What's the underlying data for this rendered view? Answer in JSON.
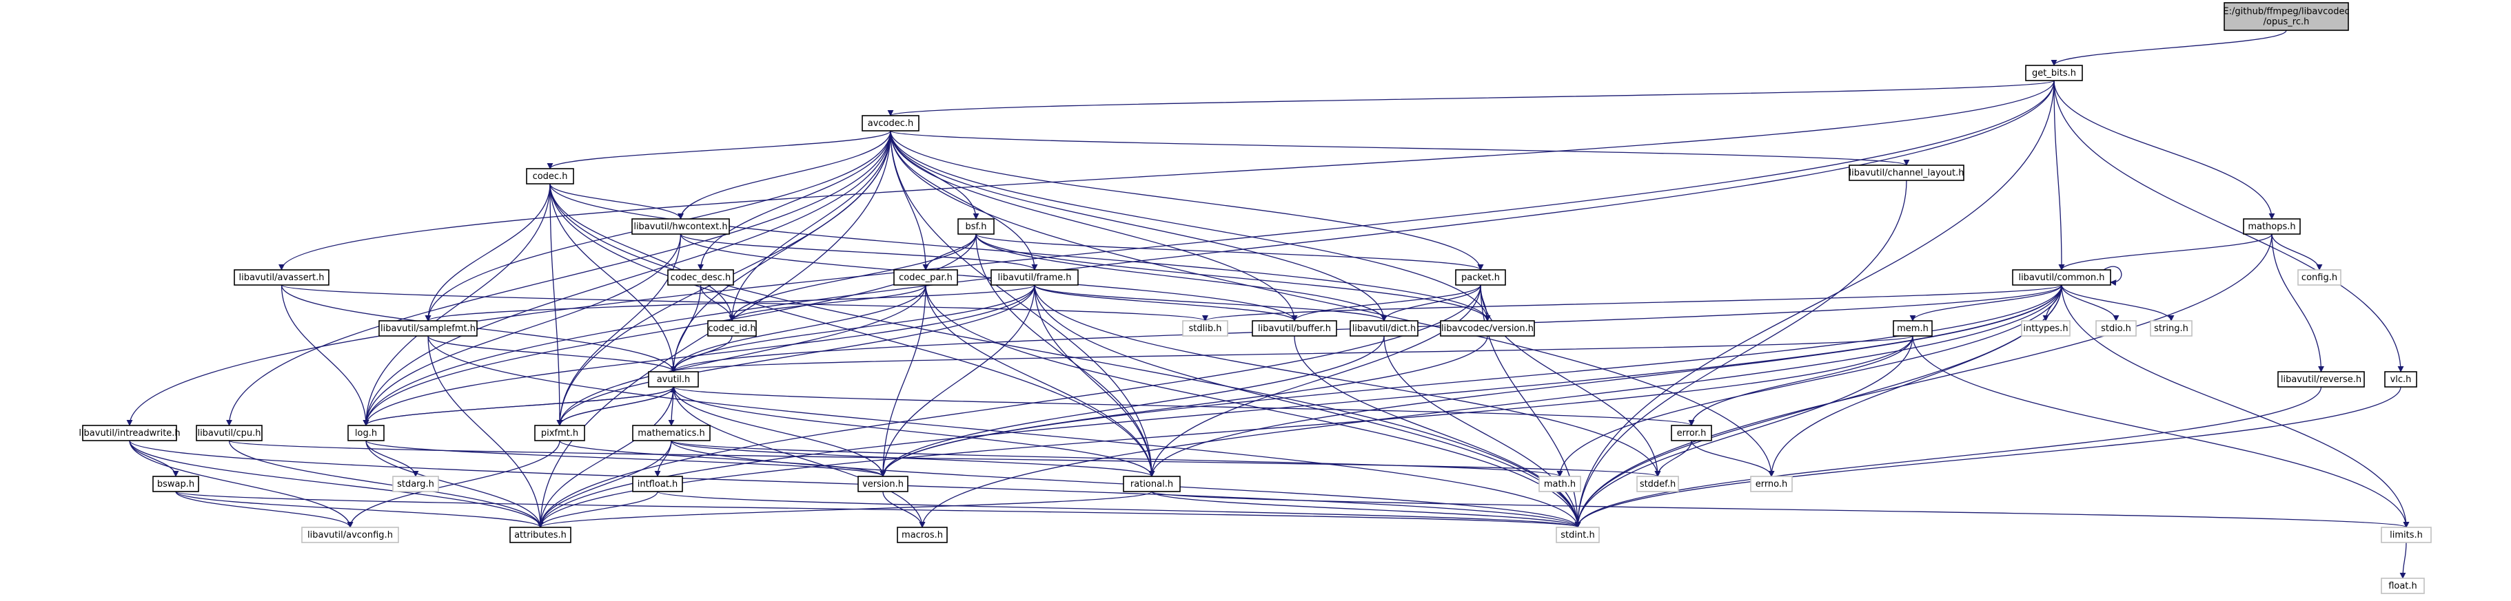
{
  "title": "E:/github/ffmpeg/libavcodec/opus_rc.h",
  "colors": {
    "edge": "#191970",
    "node_border": "#000000",
    "ghost_border": "#bfbfbf",
    "root_fill": "#bfbfbf",
    "background": "#ffffff"
  },
  "nodes": [
    {
      "id": "opus_rc",
      "lines": [
        "E:/github/ffmpeg/libavcodec",
        "/opus_rc.h"
      ],
      "kind": "root"
    },
    {
      "id": "get_bits",
      "lines": [
        "get_bits.h"
      ],
      "kind": "normal"
    },
    {
      "id": "avcodec",
      "lines": [
        "avcodec.h"
      ],
      "kind": "normal"
    },
    {
      "id": "channel_layout",
      "lines": [
        "libavutil/channel_layout.h"
      ],
      "kind": "normal"
    },
    {
      "id": "codec",
      "lines": [
        "codec.h"
      ],
      "kind": "normal"
    },
    {
      "id": "hwcontext",
      "lines": [
        "libavutil/hwcontext.h"
      ],
      "kind": "normal"
    },
    {
      "id": "bsf",
      "lines": [
        "bsf.h"
      ],
      "kind": "normal"
    },
    {
      "id": "codec_desc",
      "lines": [
        "codec_desc.h"
      ],
      "kind": "normal"
    },
    {
      "id": "codec_par",
      "lines": [
        "codec_par.h"
      ],
      "kind": "normal"
    },
    {
      "id": "frame",
      "lines": [
        "libavutil/frame.h"
      ],
      "kind": "normal"
    },
    {
      "id": "packet",
      "lines": [
        "packet.h"
      ],
      "kind": "normal"
    },
    {
      "id": "avassert",
      "lines": [
        "libavutil/avassert.h"
      ],
      "kind": "normal"
    },
    {
      "id": "mathops",
      "lines": [
        "mathops.h"
      ],
      "kind": "normal"
    },
    {
      "id": "common",
      "lines": [
        "libavutil/common.h"
      ],
      "kind": "normal"
    },
    {
      "id": "config",
      "lines": [
        "config.h"
      ],
      "kind": "ghost"
    },
    {
      "id": "samplefmt",
      "lines": [
        "libavutil/samplefmt.h"
      ],
      "kind": "normal"
    },
    {
      "id": "codec_id",
      "lines": [
        "codec_id.h"
      ],
      "kind": "normal"
    },
    {
      "id": "stdlib",
      "lines": [
        "stdlib.h"
      ],
      "kind": "ghost"
    },
    {
      "id": "buffer",
      "lines": [
        "libavutil/buffer.h"
      ],
      "kind": "normal"
    },
    {
      "id": "dict",
      "lines": [
        "libavutil/dict.h"
      ],
      "kind": "normal"
    },
    {
      "id": "lavc_version",
      "lines": [
        "libavcodec/version.h"
      ],
      "kind": "normal"
    },
    {
      "id": "inttypes",
      "lines": [
        "inttypes.h"
      ],
      "kind": "ghost"
    },
    {
      "id": "stdio",
      "lines": [
        "stdio.h"
      ],
      "kind": "ghost"
    },
    {
      "id": "string",
      "lines": [
        "string.h"
      ],
      "kind": "ghost"
    },
    {
      "id": "reverse",
      "lines": [
        "libavutil/reverse.h"
      ],
      "kind": "normal"
    },
    {
      "id": "vlc",
      "lines": [
        "vlc.h"
      ],
      "kind": "normal"
    },
    {
      "id": "avutil",
      "lines": [
        "avutil.h"
      ],
      "kind": "normal"
    },
    {
      "id": "mem",
      "lines": [
        "mem.h"
      ],
      "kind": "normal"
    },
    {
      "id": "intreadwrite",
      "lines": [
        "libavutil/intreadwrite.h"
      ],
      "kind": "normal"
    },
    {
      "id": "cpu",
      "lines": [
        "libavutil/cpu.h"
      ],
      "kind": "normal"
    },
    {
      "id": "log",
      "lines": [
        "log.h"
      ],
      "kind": "normal"
    },
    {
      "id": "pixfmt",
      "lines": [
        "pixfmt.h"
      ],
      "kind": "normal"
    },
    {
      "id": "mathematics",
      "lines": [
        "mathematics.h"
      ],
      "kind": "normal"
    },
    {
      "id": "error",
      "lines": [
        "error.h"
      ],
      "kind": "normal"
    },
    {
      "id": "bswap",
      "lines": [
        "bswap.h"
      ],
      "kind": "normal"
    },
    {
      "id": "stdarg",
      "lines": [
        "stdarg.h"
      ],
      "kind": "ghost"
    },
    {
      "id": "intfloat",
      "lines": [
        "intfloat.h"
      ],
      "kind": "normal"
    },
    {
      "id": "version",
      "lines": [
        "version.h"
      ],
      "kind": "normal"
    },
    {
      "id": "rational",
      "lines": [
        "rational.h"
      ],
      "kind": "normal"
    },
    {
      "id": "math",
      "lines": [
        "math.h"
      ],
      "kind": "ghost"
    },
    {
      "id": "stddef",
      "lines": [
        "stddef.h"
      ],
      "kind": "ghost"
    },
    {
      "id": "errno",
      "lines": [
        "errno.h"
      ],
      "kind": "ghost"
    },
    {
      "id": "avconfig",
      "lines": [
        "libavutil/avconfig.h"
      ],
      "kind": "ghost"
    },
    {
      "id": "attributes",
      "lines": [
        "attributes.h"
      ],
      "kind": "normal"
    },
    {
      "id": "macros",
      "lines": [
        "macros.h"
      ],
      "kind": "normal"
    },
    {
      "id": "stdint",
      "lines": [
        "stdint.h"
      ],
      "kind": "ghost"
    },
    {
      "id": "limits",
      "lines": [
        "limits.h"
      ],
      "kind": "ghost"
    },
    {
      "id": "float",
      "lines": [
        "float.h"
      ],
      "kind": "ghost"
    }
  ],
  "edges": [
    [
      "opus_rc",
      "get_bits"
    ],
    [
      "get_bits",
      "avcodec"
    ],
    [
      "get_bits",
      "mathops"
    ],
    [
      "get_bits",
      "common"
    ],
    [
      "get_bits",
      "avassert"
    ],
    [
      "get_bits",
      "intreadwrite"
    ],
    [
      "get_bits",
      "log"
    ],
    [
      "get_bits",
      "vlc"
    ],
    [
      "get_bits",
      "stdint"
    ],
    [
      "avcodec",
      "channel_layout"
    ],
    [
      "avcodec",
      "codec"
    ],
    [
      "avcodec",
      "hwcontext"
    ],
    [
      "avcodec",
      "bsf"
    ],
    [
      "avcodec",
      "codec_desc"
    ],
    [
      "avcodec",
      "codec_par"
    ],
    [
      "avcodec",
      "frame"
    ],
    [
      "avcodec",
      "packet"
    ],
    [
      "avcodec",
      "samplefmt"
    ],
    [
      "avcodec",
      "codec_id"
    ],
    [
      "avcodec",
      "buffer"
    ],
    [
      "avcodec",
      "dict"
    ],
    [
      "avcodec",
      "lavc_version"
    ],
    [
      "avcodec",
      "avutil"
    ],
    [
      "avcodec",
      "log"
    ],
    [
      "avcodec",
      "pixfmt"
    ],
    [
      "avcodec",
      "rational"
    ],
    [
      "avcodec",
      "errno"
    ],
    [
      "avcodec",
      "attributes"
    ],
    [
      "avcodec",
      "cpu"
    ],
    [
      "channel_layout",
      "stdint"
    ],
    [
      "codec",
      "hwcontext"
    ],
    [
      "codec",
      "samplefmt"
    ],
    [
      "codec",
      "codec_id"
    ],
    [
      "codec",
      "avutil"
    ],
    [
      "codec",
      "log"
    ],
    [
      "codec",
      "pixfmt"
    ],
    [
      "codec",
      "rational"
    ],
    [
      "codec",
      "lavc_version"
    ],
    [
      "codec",
      "stdint"
    ],
    [
      "hwcontext",
      "buffer"
    ],
    [
      "hwcontext",
      "frame"
    ],
    [
      "hwcontext",
      "log"
    ],
    [
      "hwcontext",
      "pixfmt"
    ],
    [
      "bsf",
      "codec_id"
    ],
    [
      "bsf",
      "codec_par"
    ],
    [
      "bsf",
      "packet"
    ],
    [
      "bsf",
      "dict"
    ],
    [
      "bsf",
      "log"
    ],
    [
      "bsf",
      "rational"
    ],
    [
      "bsf",
      "lavc_version"
    ],
    [
      "codec_desc",
      "codec_id"
    ],
    [
      "codec_desc",
      "avutil"
    ],
    [
      "codec_par",
      "codec_id"
    ],
    [
      "codec_par",
      "avutil"
    ],
    [
      "codec_par",
      "pixfmt"
    ],
    [
      "codec_par",
      "rational"
    ],
    [
      "codec_par",
      "stdint"
    ],
    [
      "codec_par",
      "version"
    ],
    [
      "frame",
      "avutil"
    ],
    [
      "frame",
      "buffer"
    ],
    [
      "frame",
      "dict"
    ],
    [
      "frame",
      "rational"
    ],
    [
      "frame",
      "samplefmt"
    ],
    [
      "frame",
      "pixfmt"
    ],
    [
      "frame",
      "version"
    ],
    [
      "frame",
      "stdint"
    ],
    [
      "frame",
      "stddef"
    ],
    [
      "frame",
      "log"
    ],
    [
      "packet",
      "buffer"
    ],
    [
      "packet",
      "dict"
    ],
    [
      "packet",
      "rational"
    ],
    [
      "packet",
      "attributes"
    ],
    [
      "packet",
      "lavc_version"
    ],
    [
      "packet",
      "stddef"
    ],
    [
      "packet",
      "stdint"
    ],
    [
      "avassert",
      "avutil"
    ],
    [
      "avassert",
      "log"
    ],
    [
      "avassert",
      "stdlib"
    ],
    [
      "mathops",
      "config"
    ],
    [
      "mathops",
      "common"
    ],
    [
      "mathops",
      "reverse"
    ],
    [
      "mathops",
      "stdint"
    ],
    [
      "common",
      "common"
    ],
    [
      "common",
      "errno"
    ],
    [
      "common",
      "inttypes"
    ],
    [
      "common",
      "limits"
    ],
    [
      "common",
      "math"
    ],
    [
      "common",
      "stdint"
    ],
    [
      "common",
      "stdio"
    ],
    [
      "common",
      "stdlib"
    ],
    [
      "common",
      "string"
    ],
    [
      "common",
      "attributes"
    ],
    [
      "common",
      "macros"
    ],
    [
      "common",
      "version"
    ],
    [
      "common",
      "mem"
    ],
    [
      "common",
      "avutil"
    ],
    [
      "common",
      "rational"
    ],
    [
      "samplefmt",
      "avutil"
    ],
    [
      "samplefmt",
      "attributes"
    ],
    [
      "samplefmt",
      "stdint"
    ],
    [
      "codec_id",
      "avutil"
    ],
    [
      "buffer",
      "stdint"
    ],
    [
      "dict",
      "stdint"
    ],
    [
      "dict",
      "version"
    ],
    [
      "lavc_version",
      "version"
    ],
    [
      "reverse",
      "stdint"
    ],
    [
      "vlc",
      "stdint"
    ],
    [
      "avutil",
      "log"
    ],
    [
      "avutil",
      "pixfmt"
    ],
    [
      "avutil",
      "mathematics"
    ],
    [
      "avutil",
      "error"
    ],
    [
      "avutil",
      "version"
    ],
    [
      "avutil",
      "rational"
    ],
    [
      "avutil",
      "macros"
    ],
    [
      "avutil",
      "attributes"
    ],
    [
      "mem",
      "attributes"
    ],
    [
      "mem",
      "error"
    ],
    [
      "mem",
      "avutil"
    ],
    [
      "mem",
      "limits"
    ],
    [
      "mem",
      "stdint"
    ],
    [
      "intreadwrite",
      "bswap"
    ],
    [
      "intreadwrite",
      "avconfig"
    ],
    [
      "intreadwrite",
      "attributes"
    ],
    [
      "intreadwrite",
      "stdint"
    ],
    [
      "cpu",
      "attributes"
    ],
    [
      "cpu",
      "stddef"
    ],
    [
      "log",
      "stdarg"
    ],
    [
      "log",
      "avutil"
    ],
    [
      "log",
      "attributes"
    ],
    [
      "log",
      "version"
    ],
    [
      "pixfmt",
      "avutil"
    ],
    [
      "pixfmt",
      "version"
    ],
    [
      "pixfmt",
      "avconfig"
    ],
    [
      "mathematics",
      "intfloat"
    ],
    [
      "mathematics",
      "rational"
    ],
    [
      "mathematics",
      "attributes"
    ],
    [
      "mathematics",
      "math"
    ],
    [
      "mathematics",
      "stdint"
    ],
    [
      "error",
      "errno"
    ],
    [
      "error",
      "stddef"
    ],
    [
      "bswap",
      "avconfig"
    ],
    [
      "bswap",
      "attributes"
    ],
    [
      "bswap",
      "stdint"
    ],
    [
      "intfloat",
      "attributes"
    ],
    [
      "intfloat",
      "stdint"
    ],
    [
      "version",
      "macros"
    ],
    [
      "rational",
      "attributes"
    ],
    [
      "rational",
      "limits"
    ],
    [
      "rational",
      "stdint"
    ],
    [
      "limits",
      "float"
    ]
  ]
}
